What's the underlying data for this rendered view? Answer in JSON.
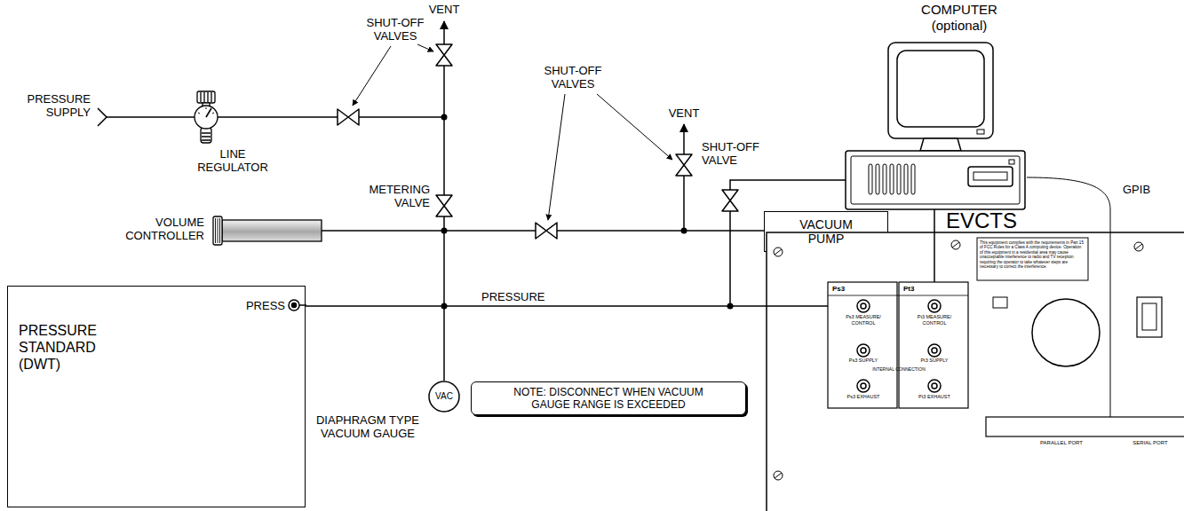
{
  "diagram": {
    "nodes": [
      {
        "text": [
          "COMPUTER (optional)"
        ]
      },
      {
        "text": [
          "VACUUM PUMP"
        ]
      },
      {
        "text": [
          "EVCTS"
        ]
      },
      {
        "text": [
          "PRESS",
          "PRESSURE STANDARD (DWT)"
        ]
      },
      {
        "text": [
          "VAC"
        ]
      },
      {
        "text": [
          "NOTE: DISCONNECT WHEN VACUUM GAUGE RANGE IS EXCEEDED"
        ]
      }
    ],
    "edges": [
      {
        "from": 0,
        "to": 2,
        "arrow": "none",
        "label": "GPIB"
      },
      {
        "from": 3,
        "to": 2,
        "arrow": "none",
        "label": "PRESSURE"
      }
    ],
    "labels": [
      "VENT",
      "SHUT-OFF VALVES",
      "PRESSURE SUPPLY",
      "LINE REGULATOR",
      "SHUT-OFF VALVES",
      "VENT",
      "METERING VALVE",
      "VOLUME CONTROLLER",
      "SHUT-OFF VALVE",
      "DIAPHRAGM TYPE VACUUM GAUGE",
      "Ps3",
      "Pt3",
      "Ps3 MEASURE/ CONTROL",
      "Pt3 MEASURE/ CONTROL",
      "Ps3 SUPPLY",
      "Pt3 SUPPLY",
      "INTERNAL CONNECTION",
      "Ps3 EXHAUST",
      "Pt3 EXHAUST",
      "This equipment complies with the requirements in Part 15 of FCC Rules for a Class A computing device. Operation of this equipment in a residential area may cause unacceptable interference to radio and TV reception requiring the operator to take whatever steps are necessary to correct the interference.",
      "PARALLEL PORT",
      "SERIAL PORT"
    ]
  }
}
